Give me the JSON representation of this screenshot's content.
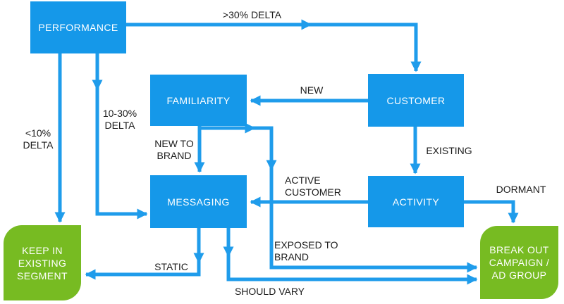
{
  "diagram": {
    "type": "flowchart",
    "colors": {
      "node_blue": "#1598E9",
      "node_green": "#77BB22",
      "arrow_blue": "#1F9CEB",
      "label_text": "#1C1C1C",
      "node_text": "#FFFFFF"
    },
    "nodes": {
      "performance": {
        "label": "PERFORMANCE",
        "shape": "rectangle",
        "color": "blue"
      },
      "familiarity": {
        "label": "FAMILIARITY",
        "shape": "rectangle",
        "color": "blue"
      },
      "customer": {
        "label": "CUSTOMER",
        "shape": "rectangle",
        "color": "blue"
      },
      "messaging": {
        "label": "MESSAGING",
        "shape": "rectangle",
        "color": "blue"
      },
      "activity": {
        "label": "ACTIVITY",
        "shape": "rectangle",
        "color": "blue"
      },
      "keep_in": {
        "label": "KEEP IN\nEXISTING\nSEGMENT",
        "shape": "round-diagonal-rectangle",
        "color": "green"
      },
      "break_out": {
        "label": "BREAK OUT\nCAMPAIGN /\nAD GROUP",
        "shape": "round-diagonal-rectangle",
        "color": "green"
      }
    },
    "edges": {
      "gt30_delta": {
        "from": "performance",
        "to": "customer",
        "label": ">30% DELTA"
      },
      "lt10_delta": {
        "from": "performance",
        "to": "keep_in",
        "label": "<10%\nDELTA"
      },
      "delta_10_30": {
        "from": "performance",
        "to": "messaging",
        "label": "10-30%\nDELTA"
      },
      "new": {
        "from": "customer",
        "to": "familiarity",
        "label": "NEW"
      },
      "existing": {
        "from": "customer",
        "to": "activity",
        "label": "EXISTING"
      },
      "new_to_brand": {
        "from": "familiarity",
        "to": "messaging",
        "label": "NEW TO\nBRAND"
      },
      "exposed_to_brand": {
        "from": "familiarity",
        "to": "break_out",
        "label": "EXPOSED TO\nBRAND"
      },
      "active_customer": {
        "from": "activity",
        "to": "messaging",
        "label": "ACTIVE\nCUSTOMER"
      },
      "dormant": {
        "from": "activity",
        "to": "break_out",
        "label": "DORMANT"
      },
      "static": {
        "from": "messaging",
        "to": "keep_in",
        "label": "STATIC"
      },
      "should_vary": {
        "from": "messaging",
        "to": "break_out",
        "label": "SHOULD VARY"
      }
    }
  }
}
